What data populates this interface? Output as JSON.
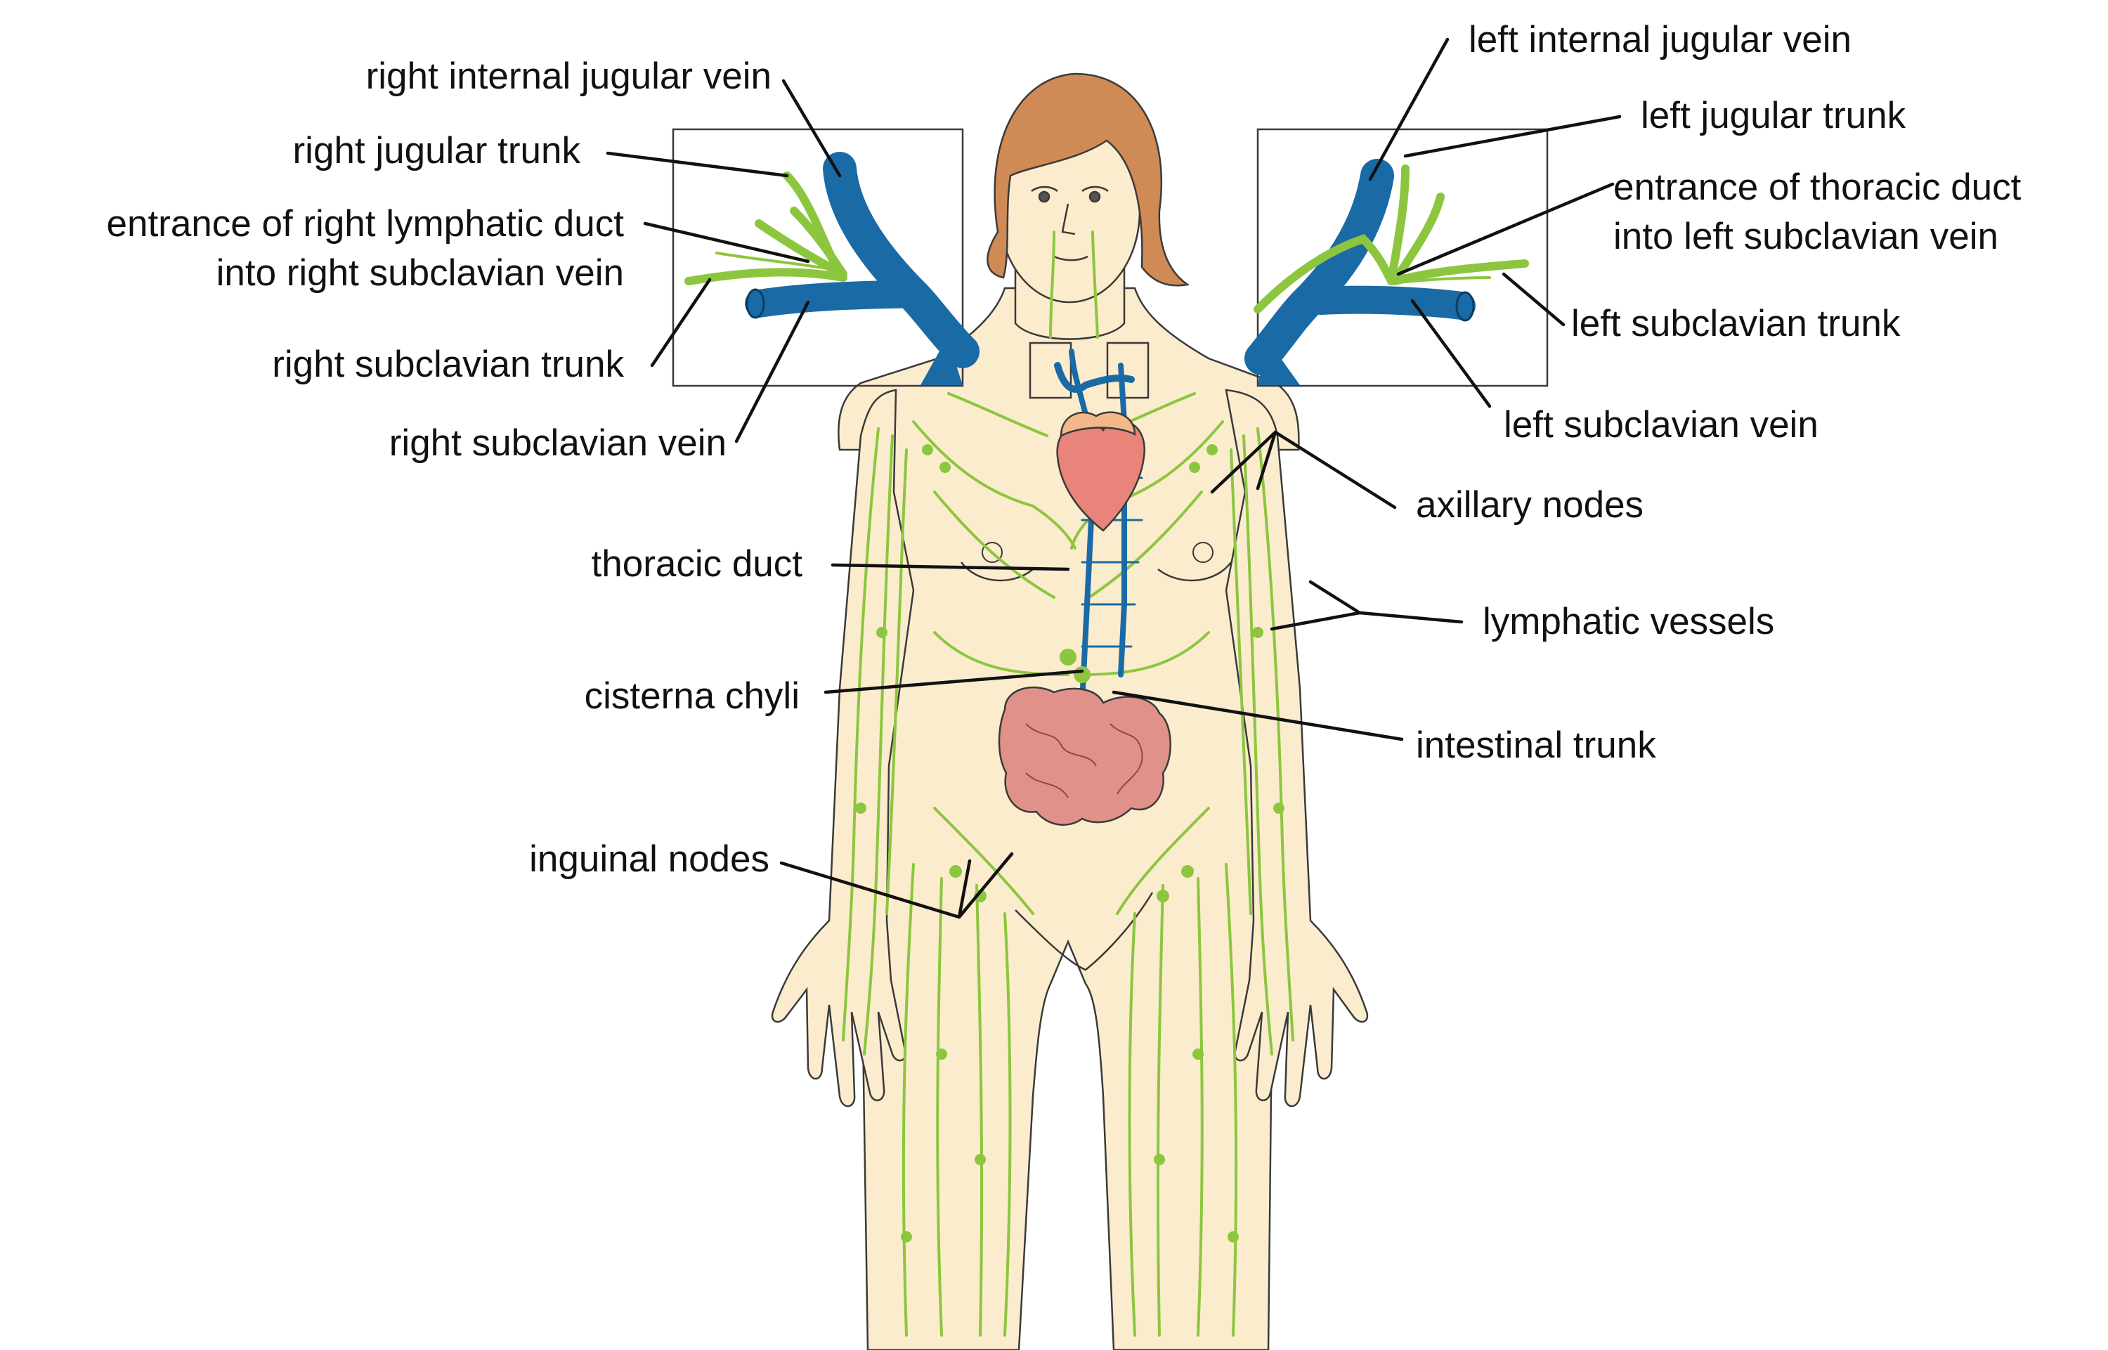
{
  "labels": {
    "right_internal_jugular_vein": "right internal jugular vein",
    "right_jugular_trunk": "right jugular trunk",
    "entrance_right_line1": "entrance of right lymphatic duct",
    "entrance_right_line2": "into right subclavian vein",
    "right_subclavian_trunk": "right subclavian trunk",
    "right_subclavian_vein": "right subclavian vein",
    "thoracic_duct": "thoracic duct",
    "cisterna_chyli": "cisterna chyli",
    "inguinal_nodes": "inguinal nodes",
    "left_internal_jugular_vein": "left internal jugular vein",
    "left_jugular_trunk": "left jugular trunk",
    "entrance_left_line1": "entrance of thoracic duct",
    "entrance_left_line2": "into left subclavian vein",
    "left_subclavian_trunk": "left subclavian trunk",
    "left_subclavian_vein": "left subclavian vein",
    "axillary_nodes": "axillary nodes",
    "lymphatic_vessels": "lymphatic vessels",
    "intestinal_trunk": "intestinal trunk"
  },
  "colors": {
    "skin": "#fbeccd",
    "lymph": "#8cc63f",
    "vein": "#1a6aa6",
    "heart": "#e8847a",
    "intestine": "#e0928a",
    "hair": "#d08a55"
  }
}
